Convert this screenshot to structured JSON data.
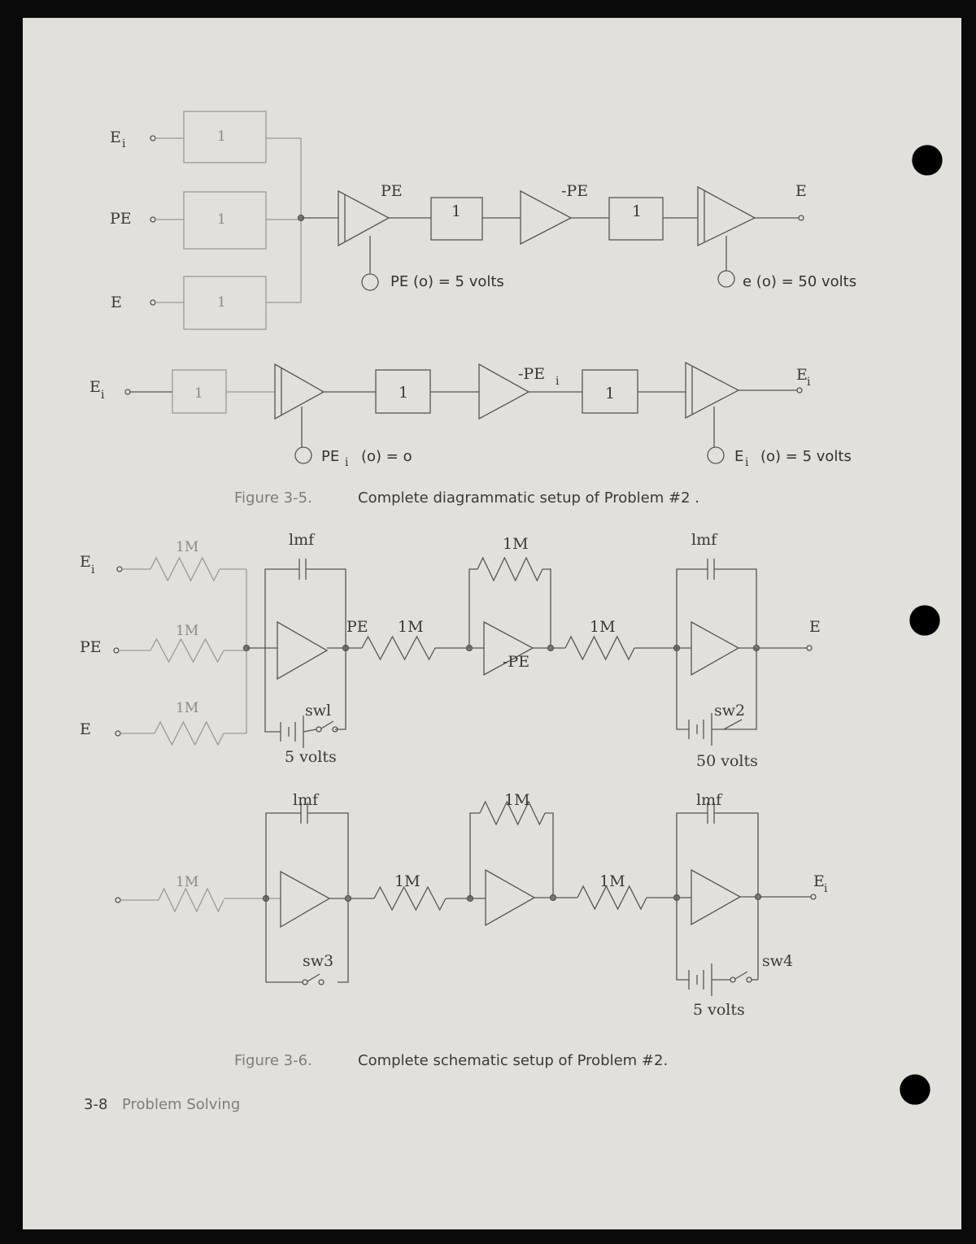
{
  "fig5": {
    "inputs": [
      {
        "base": "E",
        "sub": "i",
        "box": "1"
      },
      {
        "base": "PE",
        "box": "1"
      },
      {
        "base": "E",
        "box": "1"
      }
    ],
    "row1": {
      "out1": "PE",
      "box2": "1",
      "out2": "-PE",
      "box3": "1",
      "out3": "E",
      "ic1": "PE (o) =  5 volts",
      "ic2": "e (o) =  50 volts"
    },
    "row2": {
      "in_base": "E",
      "in_sub": "i",
      "box1": "1",
      "box2": "1",
      "out2_base": "-PE",
      "out2_sub": "i",
      "box3": "1",
      "out3_base": "E",
      "out3_sub": "i",
      "ic1_base": "PE",
      "ic1_sub": "i",
      "ic1_rest": "(o) =  o",
      "ic2_base": "E",
      "ic2_sub": "i",
      "ic2_rest": "(o) =  5 volts"
    },
    "caption_num": "Figure 3-5.",
    "caption_text": "Complete diagrammatic setup of Problem #2 ."
  },
  "fig6": {
    "top": {
      "in1_base": "E",
      "in1_sub": "i",
      "in2": "PE",
      "in3": "E",
      "r1": "1M",
      "r2": "1M",
      "r3": "1M",
      "c1": "lmf",
      "n1": "PE",
      "r4": "1M",
      "rf2": "1M",
      "n2": "-PE",
      "r5": "1M",
      "c3": "lmf",
      "out": "E",
      "sw1": "swl",
      "v1": "5 volts",
      "sw2": "sw2",
      "v2": "50 volts"
    },
    "bottom": {
      "r1": "1M",
      "c1": "lmf",
      "r2": "1M",
      "rf2": "1M",
      "r3": "1M",
      "c3": "lmf",
      "out_base": "E",
      "out_sub": "i",
      "sw3": "sw3",
      "sw4": "sw4",
      "v4": "5 volts"
    },
    "caption_num": "Figure 3-6.",
    "caption_text": "Complete schematic setup of Problem #2."
  },
  "footer": {
    "page": "3-8",
    "section": "Problem Solving"
  },
  "colors": {
    "paper": "#e2e0db",
    "ink": "#3a3a3a",
    "faint": "#8a8a8a",
    "border": "#0a0a0a"
  }
}
